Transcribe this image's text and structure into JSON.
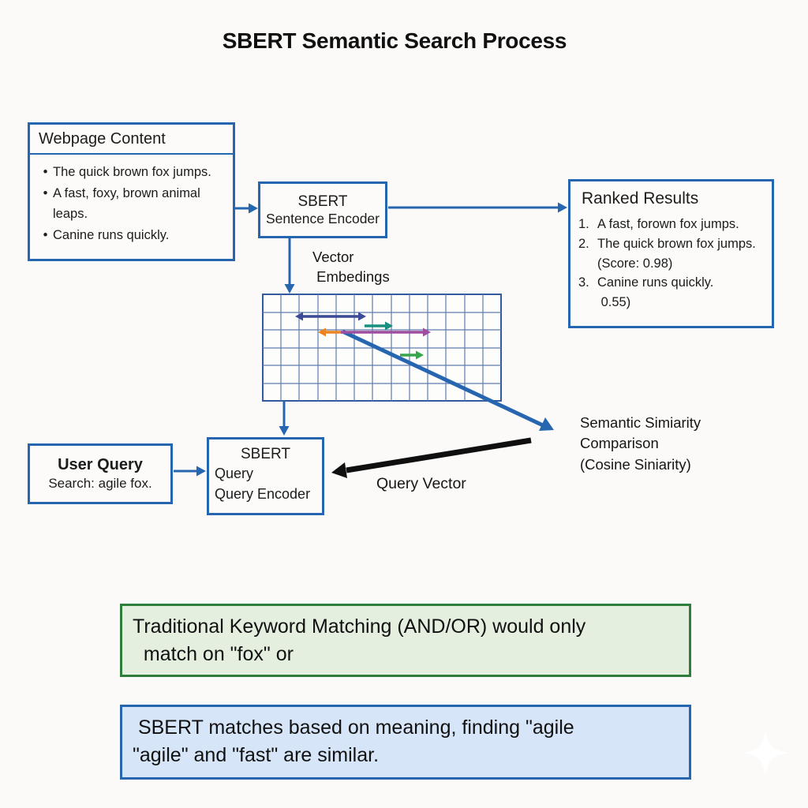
{
  "title": "SBERT Semantic Search Process",
  "colors": {
    "blue": "#2665b0",
    "text": "#1c1c1c",
    "grid_line": "#5e7cb0",
    "grid_border": "#33599e",
    "navy": "#3c4b95",
    "teal": "#169180",
    "magenta": "#9d4f9d",
    "orange": "#e98420",
    "green_vec": "#36a54b",
    "black_arrow": "#0f0f0f",
    "green_border": "#2e7d3a",
    "green_bg": "#e4efdf",
    "blue_bg": "#d6e5f7"
  },
  "webpage_content": {
    "title": "Webpage Content",
    "bullet": "•",
    "items": [
      "The quick brown fox jumps.",
      "A fast, foxy, brown animal\nleaps.",
      "Canine runs quickly."
    ]
  },
  "sentence_encoder": {
    "line1": "SBERT",
    "line2": "Sentence Encoder"
  },
  "ranked_results": {
    "title": "Ranked Results",
    "items": [
      {
        "num": "1.",
        "text": "A fast, forown fox jumps."
      },
      {
        "num": "2.",
        "text": "The quick brown fox jumps.\n(Score: 0.98)"
      },
      {
        "num": "3.",
        "text": "Canine runs quickly.\n 0.55)"
      }
    ]
  },
  "labels": {
    "vector_embeddings": "Vector\n Embedings",
    "query_vector": "Query Vector",
    "semantic_similarity": "Semantic Simiarity\nComparison\n(Cosine Siniarity)"
  },
  "user_query": {
    "title": "User Query",
    "subtitle": "Search: agile fox."
  },
  "query_encoder": {
    "line1": "SBERT",
    "line2": "Query",
    "line3": "Query Encoder"
  },
  "notes": {
    "keyword": "Traditional Keyword Matching (AND/OR) would only\n  match on \"fox\" or",
    "sbert": " SBERT matches based on meaning, finding \"agile\n\"agile\" and \"fast\" are similar."
  }
}
